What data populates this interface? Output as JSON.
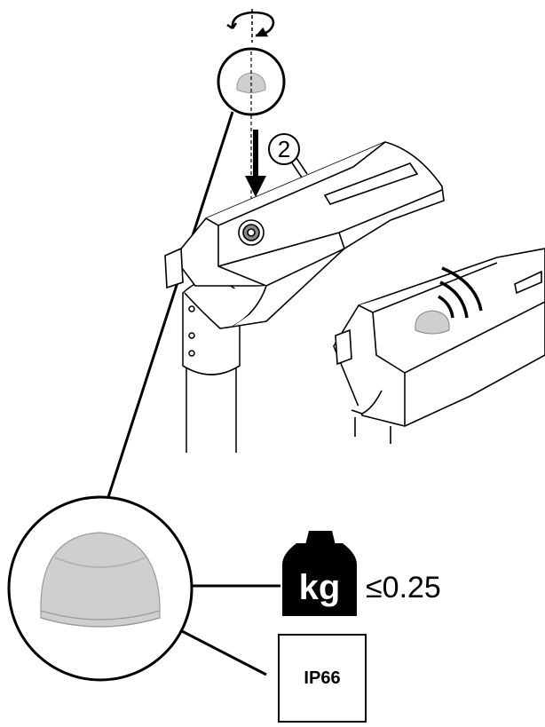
{
  "step": {
    "number": "2"
  },
  "weight": {
    "unit": "kg",
    "limit": "≤0.25"
  },
  "rating": {
    "label": "IP66"
  },
  "icons": [
    "rotate-arrow-icon",
    "down-arrow-icon",
    "weight-icon",
    "signal-waves-icon"
  ],
  "colors": {
    "line": "#000000",
    "cap_fill": "#cfcfcf",
    "background": "#ffffff"
  }
}
